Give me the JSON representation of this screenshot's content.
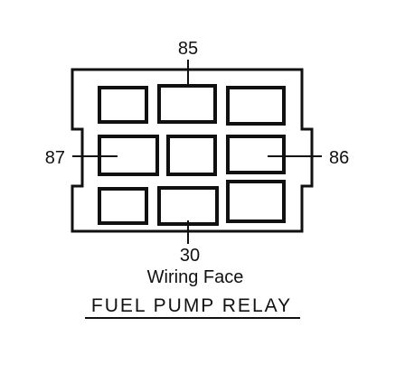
{
  "diagram": {
    "pin_labels": {
      "top": "85",
      "left": "87",
      "right": "86",
      "bottom": "30"
    },
    "face_label": "Wiring Face",
    "title": "FUEL PUMP RELAY",
    "colors": {
      "line": "#111111",
      "background": "#ffffff"
    },
    "grid": {
      "rows": 3,
      "cols": 3
    }
  }
}
